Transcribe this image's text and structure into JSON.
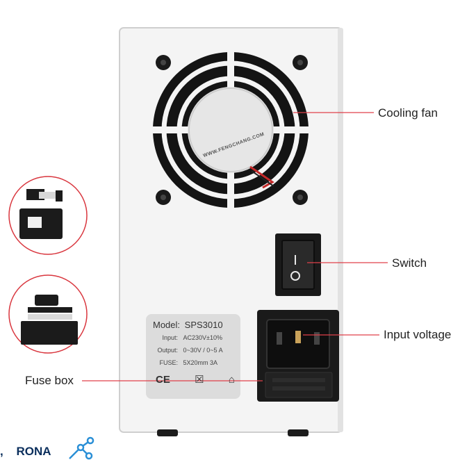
{
  "callouts": {
    "cooling_fan": "Cooling fan",
    "switch": "Switch",
    "input_voltage": "Input voltage",
    "fuse_box": "Fuse box"
  },
  "label": {
    "model_key": "Model:",
    "model_value": "SPS3010",
    "input_key": "Input:",
    "input_value": "AC230V±10%",
    "output_key": "Output:",
    "output_value": "0~30V / 0~5 A",
    "fuse_key": "FUSE:",
    "fuse_value": "5X20mm  3A",
    "marks": [
      "CE",
      "WEEE",
      "Home"
    ]
  },
  "fan": {
    "hub_text": "WWW.FENGCHANG.COM"
  },
  "watermark": {
    "text": "RONA",
    "prefix": ","
  },
  "colors": {
    "callout_line": "#e0404a",
    "callout_circle": "#d9363e",
    "panel": "#f4f4f4",
    "dark": "#1a1a1a",
    "label_bg": "#dcdcdc",
    "watermark_text": "#0a2e5c",
    "watermark_accent": "#2a8fd6"
  }
}
